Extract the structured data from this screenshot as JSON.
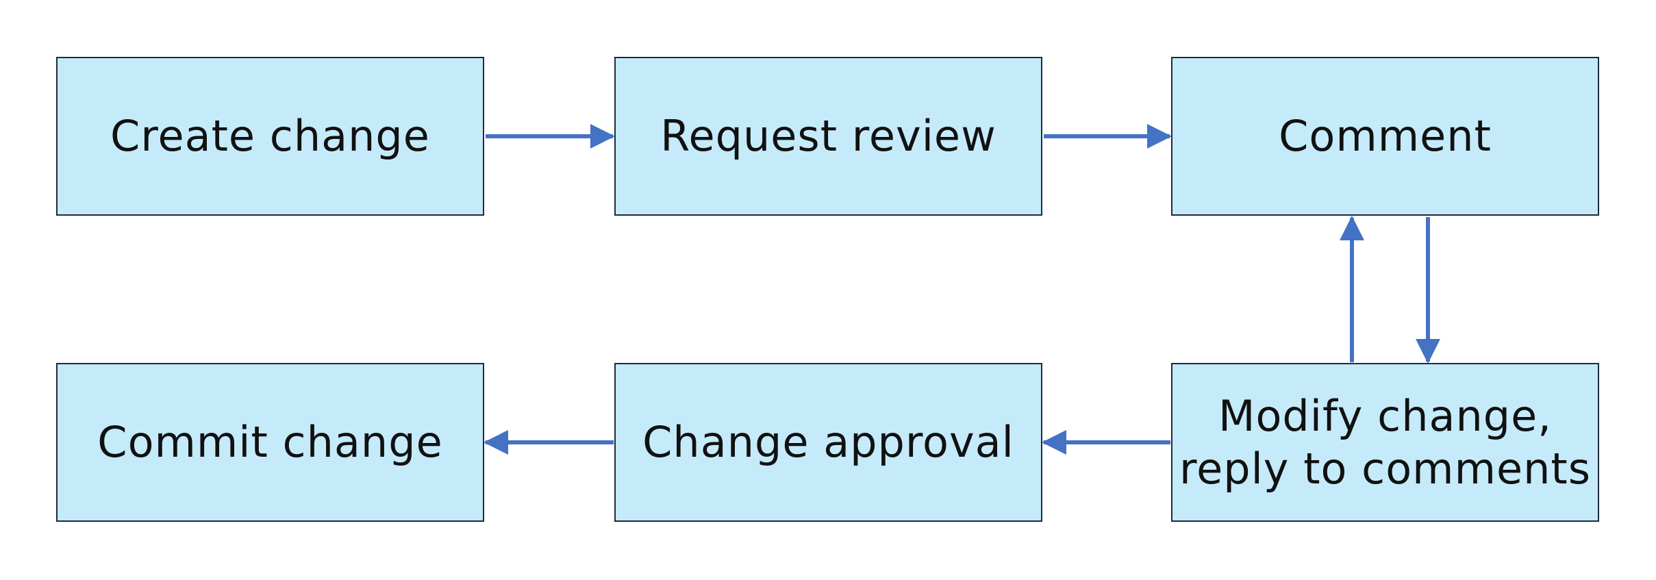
{
  "diagram": {
    "colors": {
      "box_fill": "#c5ebfb",
      "box_border": "#1f2a3a",
      "arrow": "#4472c4",
      "text": "#111111"
    },
    "nodes": {
      "create_change": "Create change",
      "request_review": "Request review",
      "comment": "Comment",
      "modify_change": "Modify change,\nreply to comments",
      "change_approval": "Change approval",
      "commit_change": "Commit change"
    },
    "edges": [
      {
        "from": "create_change",
        "to": "request_review"
      },
      {
        "from": "request_review",
        "to": "comment"
      },
      {
        "from": "comment",
        "to": "modify_change"
      },
      {
        "from": "modify_change",
        "to": "comment"
      },
      {
        "from": "modify_change",
        "to": "change_approval"
      },
      {
        "from": "change_approval",
        "to": "commit_change"
      }
    ]
  }
}
